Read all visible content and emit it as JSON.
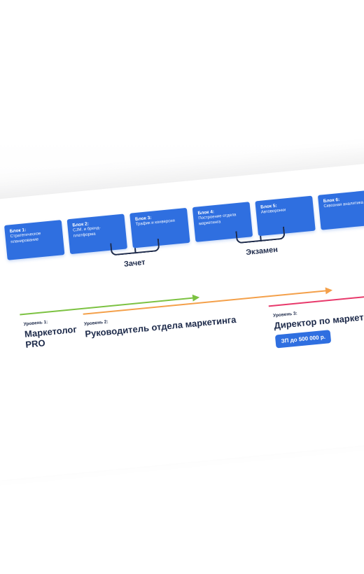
{
  "blocks": [
    {
      "title": "Блок 1:",
      "subtitle": "Стратегическое планирование"
    },
    {
      "title": "Блок 2:",
      "subtitle": "CJM. и бренд-платформа"
    },
    {
      "title": "Блок 3:",
      "subtitle": "Трафик и конверсия"
    },
    {
      "title": "Блок 4:",
      "subtitle": "Построение отдела маркетинга"
    },
    {
      "title": "Блок 5:",
      "subtitle": "Автоворонки"
    },
    {
      "title": "Блок 6:",
      "subtitle": "Сквозная аналитика"
    }
  ],
  "exams": {
    "first": "Зачет",
    "second": "Экзамен"
  },
  "levels": [
    {
      "label": "Уровень 1:",
      "name": "Маркетолог PRO",
      "salary": ""
    },
    {
      "label": "Уровень 2:",
      "name": "Руководитель отдела маркетинга",
      "salary": ""
    },
    {
      "label": "Уровень 3:",
      "name": "Директор по маркетингу",
      "salary": "ЗП до 500 000 р."
    }
  ],
  "colors": {
    "block": "#2f6fe0",
    "arrow1": "#7cc242",
    "arrow2": "#f4a04a",
    "arrow3": "#e8396b"
  }
}
